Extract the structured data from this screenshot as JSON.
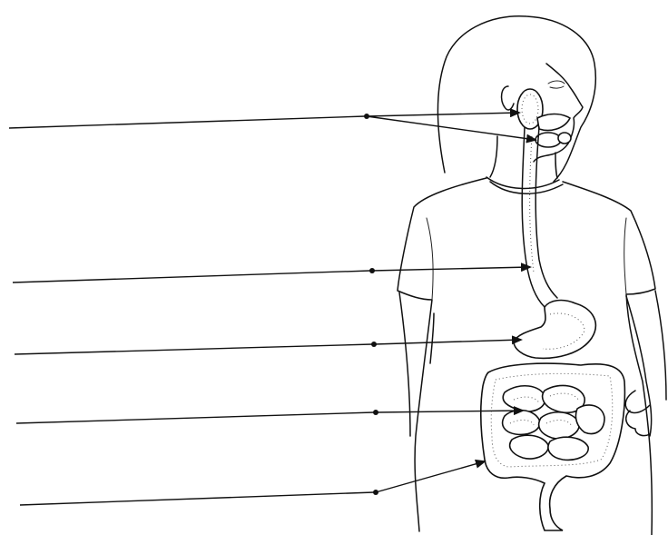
{
  "figure": {
    "labels": [
      {
        "id": "salivary-glands",
        "text": ""
      },
      {
        "id": "esophagus",
        "text": ""
      },
      {
        "id": "stomach",
        "text": ""
      },
      {
        "id": "small-intestine",
        "text": ""
      },
      {
        "id": "large-intestine",
        "text": ""
      }
    ],
    "colors": {
      "ink": "#111111",
      "background": "#ffffff"
    }
  }
}
